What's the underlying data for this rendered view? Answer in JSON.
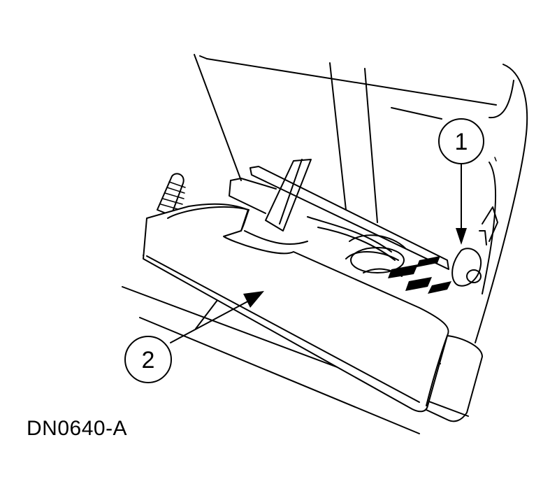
{
  "figure": {
    "reference_code": "DN0640-A",
    "callouts": [
      {
        "number": "1"
      },
      {
        "number": "2"
      }
    ]
  }
}
